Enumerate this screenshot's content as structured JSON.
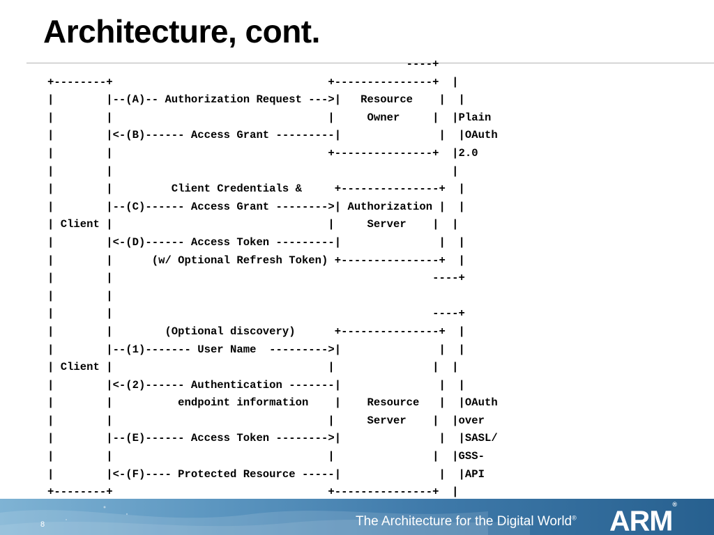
{
  "slide": {
    "title": "Architecture, cont.",
    "page_number": "8"
  },
  "diagram": {
    "lines": [
      "                                                       ----+",
      "+--------+                                 +---------------+  |",
      "|        |--(A)-- Authorization Request --->|   Resource    |  |",
      "|        |                                 |     Owner     |  |Plain",
      "|        |<-(B)------ Access Grant ---------|               |  |OAuth",
      "|        |                                 +---------------+  |2.0",
      "|        |                                                    |",
      "|        |         Client Credentials &     +---------------+  |",
      "|        |--(C)------ Access Grant -------->| Authorization |  |",
      "| Client |                                 |     Server    |  |",
      "|        |<-(D)------ Access Token ---------|               |  |",
      "|        |      (w/ Optional Refresh Token) +---------------+  |",
      "|        |                                                 ----+",
      "|        |",
      "|        |                                                 ----+",
      "|        |        (Optional discovery)      +---------------+  |",
      "|        |--(1)------- User Name  --------->|               |  |",
      "| Client |                                 |               |  |",
      "|        |<-(2)------ Authentication -------|               |  |",
      "|        |          endpoint information    |    Resource   |  |OAuth",
      "|        |                                 |     Server    |  |over",
      "|        |--(E)------ Access Token -------->|               |  |SASL/",
      "|        |                                 |               |  |GSS-",
      "|        |<-(F)---- Protected Resource -----|               |  |API",
      "+--------+                                 +---------------+  |",
      "                                                       ----+"
    ]
  },
  "footer": {
    "tagline": "The Architecture for the Digital World",
    "tagline_mark": "®",
    "logo_text": "ARM",
    "logo_mark": "®",
    "colors": {
      "band_light": "#7fb3d4",
      "band_dark": "#27608f"
    }
  }
}
